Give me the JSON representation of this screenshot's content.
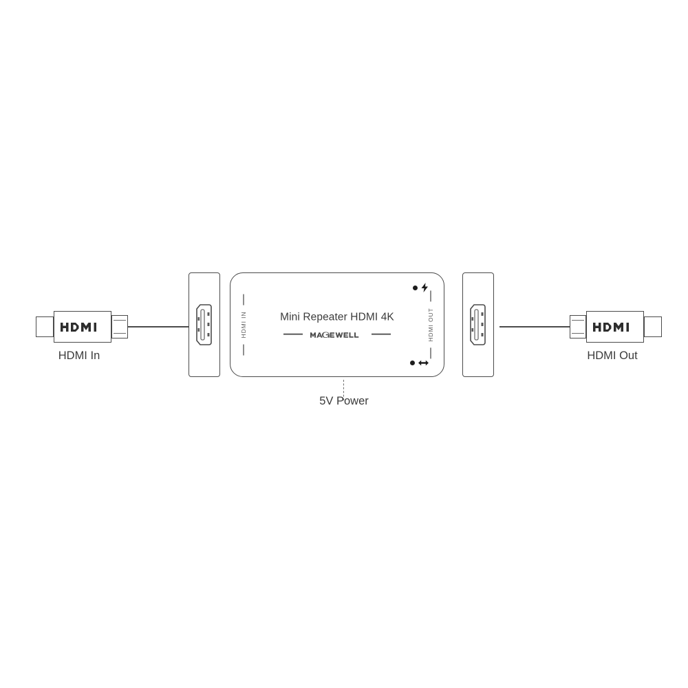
{
  "diagram": {
    "type": "hardware-connection-diagram",
    "background_color": "#ffffff",
    "stroke_color": "#4a4a4a",
    "text_color": "#3b3b3b"
  },
  "device": {
    "title": "Mini Repeater HDMI 4K",
    "brand": "MAGEWELL",
    "port_in_legend": "HDMI IN",
    "port_out_legend": "HDMI OUT",
    "indicators": [
      {
        "name": "power-led",
        "icon": "lightning-bolt-icon",
        "glyph": "⚡"
      },
      {
        "name": "signal-led",
        "icon": "bidirectional-arrow-icon",
        "glyph": "↔"
      }
    ]
  },
  "connectors": {
    "left": {
      "logo": "HDMI"
    },
    "right": {
      "logo": "HDMI"
    }
  },
  "labels": {
    "input": "HDMI In",
    "output": "HDMI Out",
    "power": "5V Power"
  }
}
